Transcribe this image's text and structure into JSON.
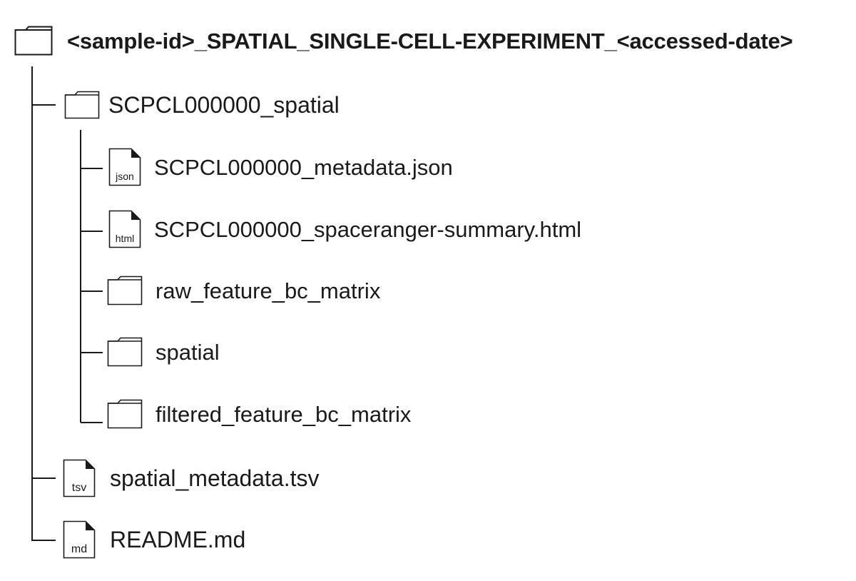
{
  "root": {
    "name": "<sample-id>_SPATIAL_SINGLE-CELL-EXPERIMENT_<accessed-date>",
    "icon": "folder-icon",
    "children": [
      {
        "name": "SCPCL000000_spatial",
        "icon": "folder-icon",
        "children": [
          {
            "name": "SCPCL000000_metadata.json",
            "icon": "file-icon",
            "tag": "json"
          },
          {
            "name": "SCPCL000000_spaceranger-summary.html",
            "icon": "file-icon",
            "tag": "html"
          },
          {
            "name": "raw_feature_bc_matrix",
            "icon": "folder-icon"
          },
          {
            "name": "spatial",
            "icon": "folder-icon"
          },
          {
            "name": "filtered_feature_bc_matrix",
            "icon": "folder-icon"
          }
        ]
      },
      {
        "name": "spatial_metadata.tsv",
        "icon": "file-icon",
        "tag": "tsv"
      },
      {
        "name": "README.md",
        "icon": "file-icon",
        "tag": "md"
      }
    ]
  }
}
